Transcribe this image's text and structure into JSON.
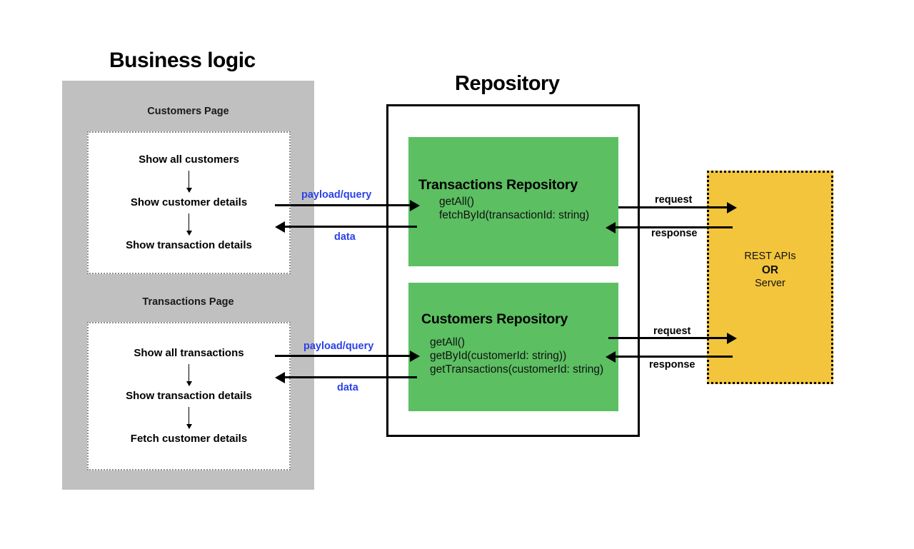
{
  "diagram": {
    "title_business_logic": "Business logic",
    "title_repository": "Repository"
  },
  "business_logic": {
    "customers_page": {
      "label": "Customers Page",
      "steps": [
        "Show all customers",
        "Show customer details",
        "Show transaction details"
      ]
    },
    "transactions_page": {
      "label": "Transactions Page",
      "steps": [
        "Show all transactions",
        "Show transaction details",
        "Fetch  customer details"
      ]
    }
  },
  "repository": {
    "transactions_repository": {
      "title": "Transactions Repository",
      "methods": [
        "getAll()",
        "fetchById(transactionId: string)"
      ]
    },
    "customers_repository": {
      "title": "Customers Repository",
      "methods": [
        "getAll()",
        "getById(customerId: string))",
        "getTransactions(customerId: string)"
      ]
    }
  },
  "server": {
    "line1": "REST APIs",
    "line2": "OR",
    "line3": "Server"
  },
  "edges": {
    "top_payload": "payload/query",
    "top_data": "data",
    "bottom_payload": "payload/query",
    "bottom_data": "data",
    "top_request": "request",
    "top_response": "response",
    "bottom_request": "request",
    "bottom_response": "response"
  },
  "colors": {
    "panel_gray": "#c0c0c0",
    "repo_green": "#5cbf62",
    "server_yellow": "#f2c53d",
    "edge_blue": "#2b42e8",
    "stroke_black": "#000000",
    "background": "#ffffff"
  }
}
